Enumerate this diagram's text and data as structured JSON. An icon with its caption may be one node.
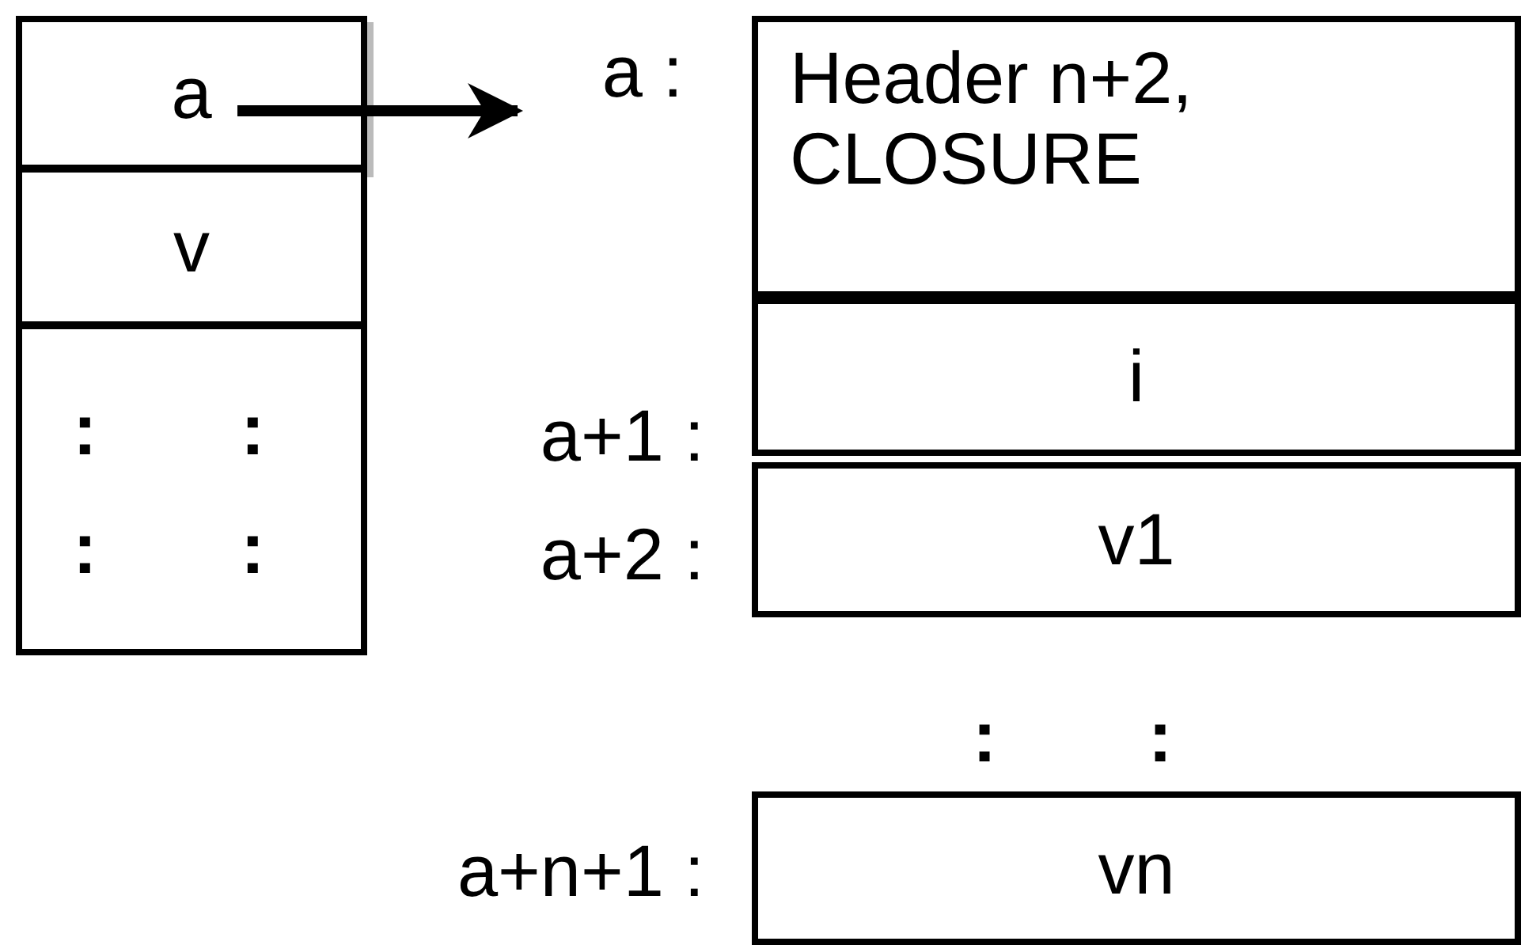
{
  "diagram": {
    "nodes": [
      {
        "text": [
          "a"
        ]
      },
      {
        "text": [
          "v"
        ]
      },
      {
        "text": [
          ":",
          ":",
          ":",
          ":"
        ]
      },
      {
        "text": [
          "a :"
        ]
      },
      {
        "text": [
          "Header n+2, CLOSURE"
        ]
      },
      {
        "text": [
          "i"
        ]
      },
      {
        "text": [
          "v1"
        ]
      },
      {
        "text": [
          "vn"
        ]
      }
    ],
    "edges": [
      {
        "from": 0,
        "to": 3,
        "arrow": "to"
      }
    ],
    "labels": [
      "a+1 :",
      "a+2 :",
      ":",
      ":",
      "a+n+1 :"
    ]
  }
}
